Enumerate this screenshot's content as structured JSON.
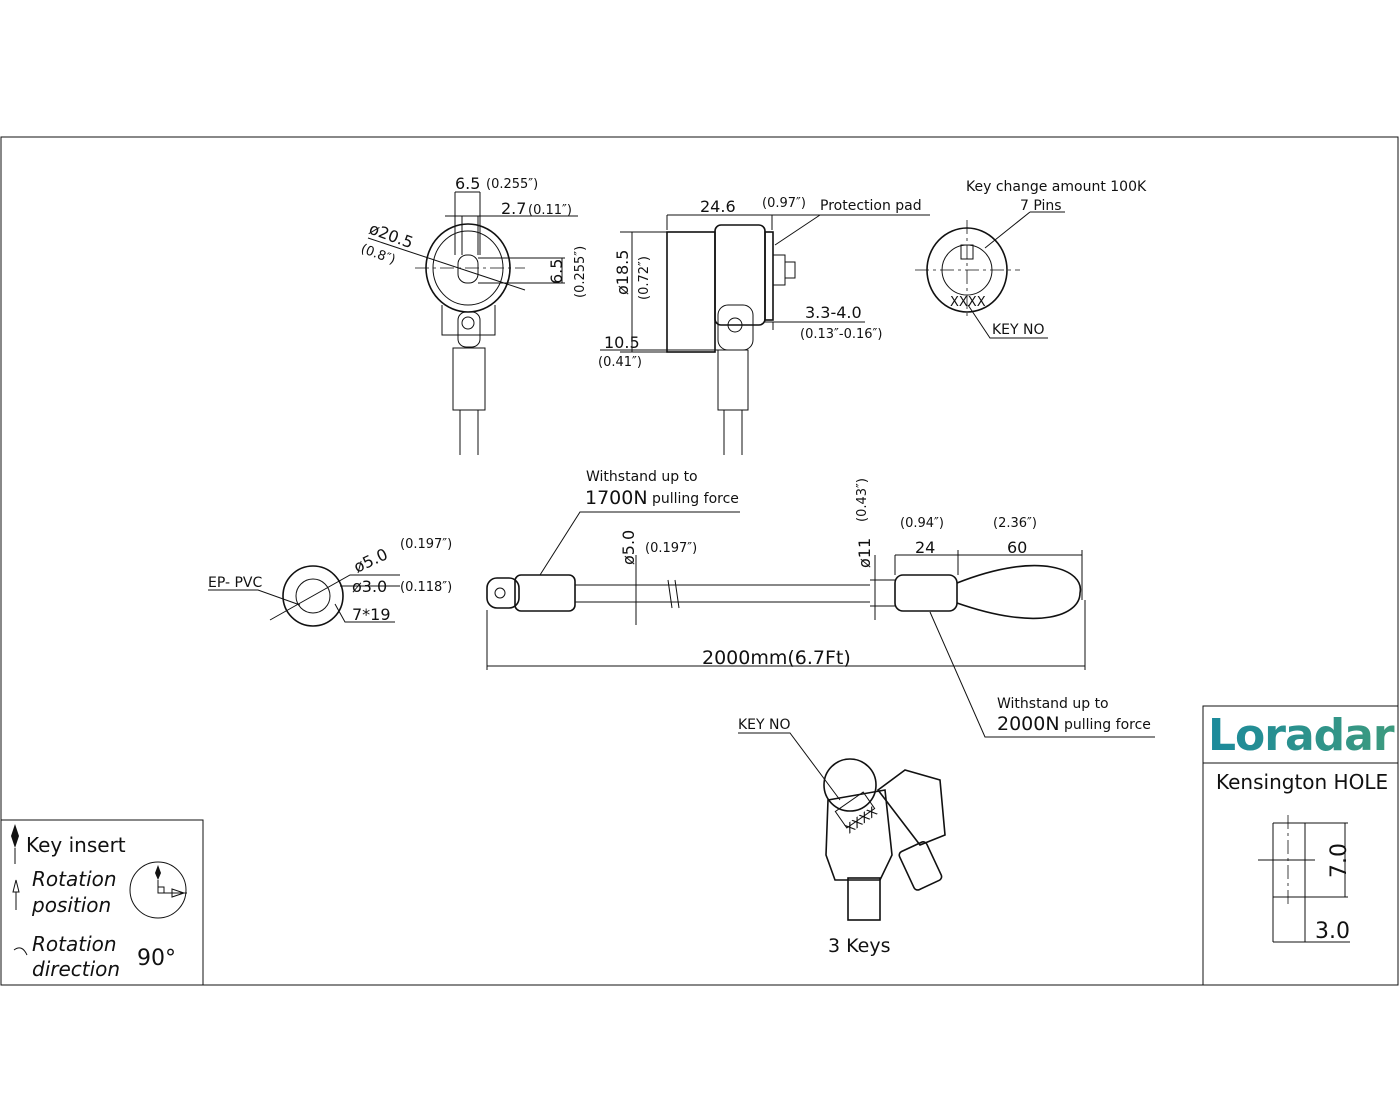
{
  "front_view": {
    "width": "6.5",
    "width_in": "(0.255″)",
    "slot": "2.7",
    "slot_in": "(0.11″)",
    "diameter": "ø20.5",
    "diameter_in": "(0.8″)",
    "slot_h": "6.5",
    "slot_h_in": "(0.255″)"
  },
  "side_view": {
    "length": "24.6",
    "length_in": "(0.97″)",
    "pad_label": "Protection pad",
    "diameter": "ø18.5",
    "diameter_in": "(0.72″)",
    "offset": "10.5",
    "offset_in": "(0.41″)",
    "thickness": "3.3-4.0",
    "thickness_in": "(0.13″-0.16″)"
  },
  "key_face": {
    "change_amount": "Key change amount 100K",
    "pins": "7 Pins",
    "key_code": "XXXX",
    "key_no": "KEY NO"
  },
  "cable_section": {
    "material": "EP- PVC",
    "outer": "ø5.0",
    "outer_in": "(0.197″)",
    "inner": "ø3.0",
    "inner_in": "(0.118″)",
    "strands": "7*19"
  },
  "cable": {
    "pull1_line1": "Withstand up to",
    "pull1_force": "1700N",
    "pull1_suffix": "pulling force",
    "dia": "ø5.0",
    "dia_in": "(0.197″)",
    "loop_dia": "ø11",
    "loop_dia_in": "(0.43″)",
    "sleeve": "24",
    "sleeve_in": "(0.94″)",
    "loop": "60",
    "loop_in": "(2.36″)",
    "length": "2000mm(6.7Ft)",
    "pull2_line1": "Withstand up to",
    "pull2_force": "2000N",
    "pull2_suffix": "pulling force"
  },
  "keys": {
    "key_no": "KEY NO",
    "code": "XXXX",
    "caption": "3 Keys"
  },
  "legend": {
    "key_insert": "Key insert",
    "rot_pos_1": "Rotation",
    "rot_pos_2": "position",
    "rot_dir_1": "Rotation",
    "rot_dir_2": "direction",
    "angle": "90°"
  },
  "title_block": {
    "brand": "Loradar",
    "hole_title": "Kensington HOLE",
    "hole_h": "7.0",
    "hole_w": "3.0"
  },
  "colors": {
    "brand_teal": "#1b8a9c",
    "brand_green": "#3d9a7e"
  }
}
